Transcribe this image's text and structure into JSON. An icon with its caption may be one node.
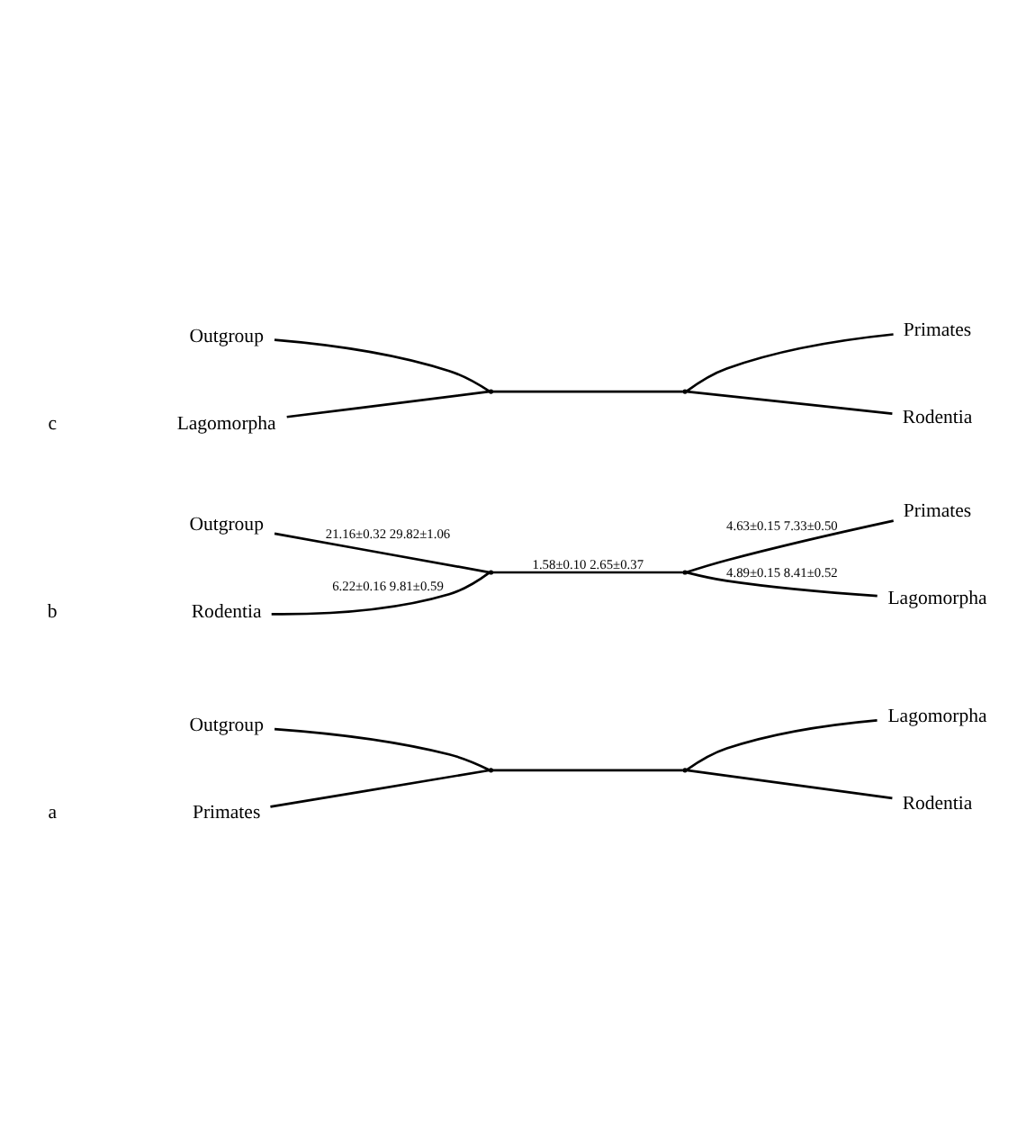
{
  "diagram": {
    "nodes": [
      {
        "text": [
          "Primates"
        ]
      },
      {
        "text": [
          "Lagomorpha"
        ]
      },
      {
        "text": [
          "Outgroup"
        ]
      },
      {
        "text": [
          "Rodentia"
        ]
      },
      {
        "text": [],
        "shape": "point"
      },
      {
        "text": [],
        "shape": "point"
      },
      {
        "text": [
          "Rodentia"
        ]
      },
      {
        "text": [
          "Primates"
        ]
      },
      {
        "text": [
          "Outgroup"
        ]
      },
      {
        "text": [
          "Lagomorpha"
        ]
      },
      {
        "text": [],
        "shape": "point"
      },
      {
        "text": [],
        "shape": "point"
      },
      {
        "text": [
          "Lagomorpha"
        ]
      },
      {
        "text": [
          "Primates"
        ]
      },
      {
        "text": [
          "Outgroup"
        ]
      },
      {
        "text": [
          "Rodentia"
        ]
      },
      {
        "text": [],
        "shape": "point"
      },
      {
        "text": [],
        "shape": "point"
      }
    ],
    "edges": [
      {
        "from": 0,
        "to": 4,
        "arrow": "none"
      },
      {
        "from": 2,
        "to": 4,
        "arrow": "none"
      },
      {
        "from": 4,
        "to": 5,
        "arrow": "none"
      },
      {
        "from": 5,
        "to": 1,
        "arrow": "none"
      },
      {
        "from": 5,
        "to": 3,
        "arrow": "none"
      },
      {
        "from": 6,
        "to": 10,
        "arrow": "none",
        "label": "6.22±0.16 9.81±0.59"
      },
      {
        "from": 8,
        "to": 10,
        "arrow": "none",
        "label": "21.16±0.32 29.82±1.06"
      },
      {
        "from": 10,
        "to": 11,
        "arrow": "none",
        "label": "1.58±0.10 2.65±0.37"
      },
      {
        "from": 11,
        "to": 7,
        "arrow": "none",
        "label": "4.63±0.15 7.33±0.50"
      },
      {
        "from": 11,
        "to": 9,
        "arrow": "none",
        "label": "4.89±0.15 8.41±0.52"
      },
      {
        "from": 12,
        "to": 16,
        "arrow": "none"
      },
      {
        "from": 14,
        "to": 16,
        "arrow": "none"
      },
      {
        "from": 16,
        "to": 17,
        "arrow": "none"
      },
      {
        "from": 17,
        "to": 13,
        "arrow": "none"
      },
      {
        "from": 17,
        "to": 15,
        "arrow": "none"
      }
    ],
    "labels": [
      "a",
      "b",
      "c"
    ]
  }
}
